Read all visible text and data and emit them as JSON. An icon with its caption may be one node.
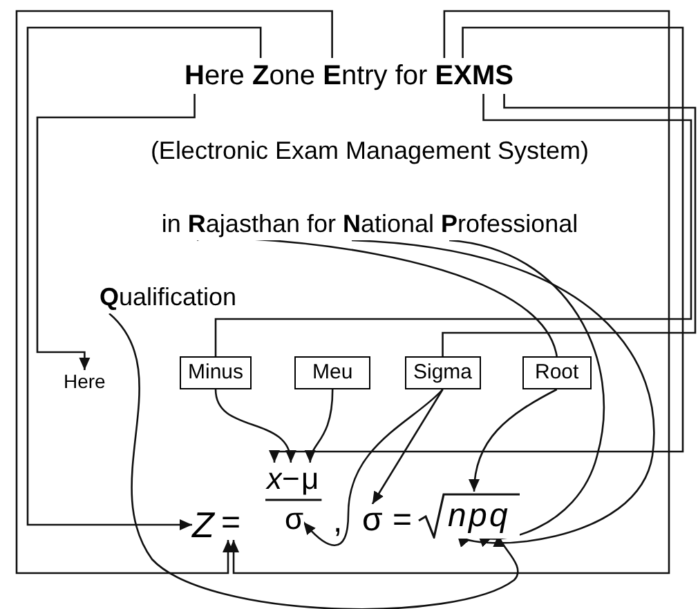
{
  "diagram": {
    "nodes": [
      {
        "text": [
          "**H**ere **Z**one **E**ntry for **EXMS**"
        ]
      },
      {
        "text": [
          "(Electronic Exam Management System)"
        ]
      },
      {
        "text": [
          "in **R**ajasthan for **N**ational **P**rofessional"
        ]
      },
      {
        "text": [
          "**Q**ualification"
        ]
      },
      {
        "text": [
          "Here"
        ]
      },
      {
        "text": [
          "Minus"
        ]
      },
      {
        "text": [
          "Meu"
        ]
      },
      {
        "text": [
          "Sigma"
        ]
      },
      {
        "text": [
          "Root"
        ]
      },
      {
        "text": [
          "Z"
        ]
      },
      {
        "text": [
          "="
        ]
      },
      {
        "text": [
          "x"
        ]
      },
      {
        "text": [
          "−"
        ]
      },
      {
        "text": [
          "μ"
        ]
      },
      {
        "text": [
          "σ"
        ]
      },
      {
        "text": [
          "σ"
        ]
      },
      {
        "text": [
          "="
        ]
      },
      {
        "text": [],
        "shape": "radical"
      },
      {
        "text": [
          "n"
        ],
        "in": 17
      },
      {
        "text": [
          "p"
        ],
        "in": 17
      },
      {
        "text": [
          "q"
        ],
        "in": 17
      }
    ],
    "edges": [
      {
        "from": 0,
        "to": 4,
        "arrow": "to"
      },
      {
        "from": 0,
        "to": 9,
        "arrow": "to"
      },
      {
        "from": 0,
        "to": 10,
        "arrow": "to"
      },
      {
        "from": 0,
        "to": 10,
        "arrow": "to"
      },
      {
        "from": 0,
        "to": 11,
        "arrow": "to"
      },
      {
        "from": 0,
        "to": 5,
        "arrow": "none"
      },
      {
        "from": 0,
        "to": 7,
        "arrow": "none"
      },
      {
        "from": 2,
        "to": 8,
        "arrow": "none"
      },
      {
        "from": 2,
        "to": 18,
        "arrow": "to"
      },
      {
        "from": 2,
        "to": 19,
        "arrow": "to"
      },
      {
        "from": 3,
        "to": 20,
        "arrow": "to"
      },
      {
        "from": 5,
        "to": 12,
        "arrow": "to"
      },
      {
        "from": 6,
        "to": 13,
        "arrow": "to"
      },
      {
        "from": 7,
        "to": 14,
        "arrow": "to"
      },
      {
        "from": 7,
        "to": 15,
        "arrow": "to"
      },
      {
        "from": 8,
        "to": 17,
        "arrow": "to"
      }
    ],
    "labels": [
      ","
    ]
  }
}
